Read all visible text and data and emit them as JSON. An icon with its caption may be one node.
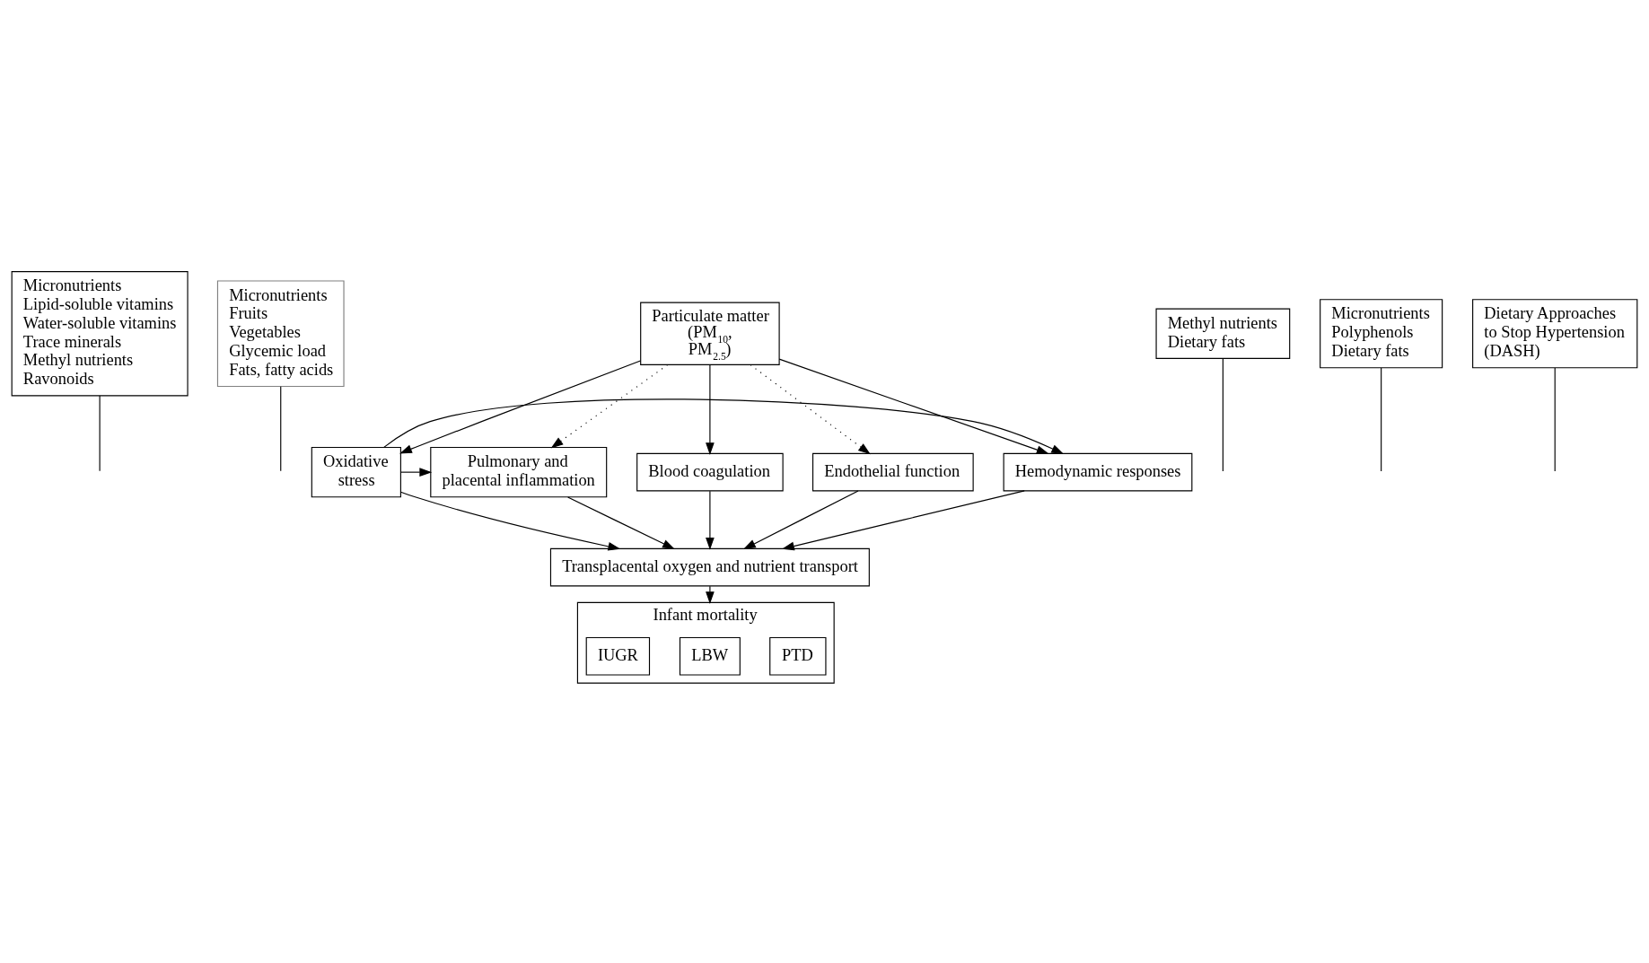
{
  "diagram": {
    "nodes": [
      {
        "text": [
          "Micronutrients",
          "Lipid-soluble vitamins",
          "Water-soluble vitamins",
          "Trace minerals",
          "Methyl nutrients",
          "Ravonoids"
        ]
      },
      {
        "text": [
          "Micronutrients",
          "Fruits",
          "Vegetables",
          "Glycemic load",
          "Fats, fatty acids"
        ]
      },
      {
        "text": [
          "Particulate matter (PM$_{10}$, PM$_{2.5}$)"
        ]
      },
      {
        "text": [
          "Methyl nutrients",
          "Dietary fats"
        ]
      },
      {
        "text": [
          "Micronutrients",
          "Polyphenols",
          "Dietary fats"
        ]
      },
      {
        "text": [
          "Dietary Approaches to Stop Hypertension (DASH)"
        ]
      },
      {
        "text": [
          "Oxidative stress"
        ]
      },
      {
        "text": [
          "Pulmonary and placental inflammation"
        ]
      },
      {
        "text": [
          "Blood coagulation"
        ]
      },
      {
        "text": [
          "Endothelial function"
        ]
      },
      {
        "text": [
          "Hemodynamic responses"
        ]
      },
      {
        "text": [
          "Transplacental oxygen and nutrient transport"
        ]
      },
      {
        "text": [
          "Infant mortality"
        ]
      },
      {
        "text": [
          "PTD"
        ],
        "in": 12
      },
      {
        "text": [
          "LBW"
        ],
        "in": 12
      },
      {
        "text": [
          "IUGR"
        ],
        "in": 12
      }
    ],
    "edges": [
      {
        "from": 2,
        "to": 6,
        "arrow": "to"
      },
      {
        "from": 2,
        "to": 7,
        "arrow": "to",
        "style": "dashed"
      },
      {
        "from": 2,
        "to": 8,
        "arrow": "to"
      },
      {
        "from": 2,
        "to": 9,
        "arrow": "to",
        "style": "dashed"
      },
      {
        "from": 2,
        "to": 10,
        "arrow": "to"
      },
      {
        "from": 0,
        "to": null,
        "arrow": "none"
      },
      {
        "from": 1,
        "to": null,
        "arrow": "none"
      },
      {
        "from": 3,
        "to": null,
        "arrow": "none"
      },
      {
        "from": 4,
        "to": null,
        "arrow": "none"
      },
      {
        "from": 5,
        "to": null,
        "arrow": "none"
      },
      {
        "from": 6,
        "to": 7,
        "arrow": "to"
      },
      {
        "from": 6,
        "to": 11,
        "arrow": "to"
      },
      {
        "from": 7,
        "to": 11,
        "arrow": "to"
      },
      {
        "from": 8,
        "to": 11,
        "arrow": "to"
      },
      {
        "from": 9,
        "to": 11,
        "arrow": "to"
      },
      {
        "from": 10,
        "to": 11,
        "arrow": "to"
      },
      {
        "from": 11,
        "to": 12,
        "arrow": "to"
      },
      {
        "from": 6,
        "to": 10,
        "arrow": "to"
      }
    ]
  }
}
